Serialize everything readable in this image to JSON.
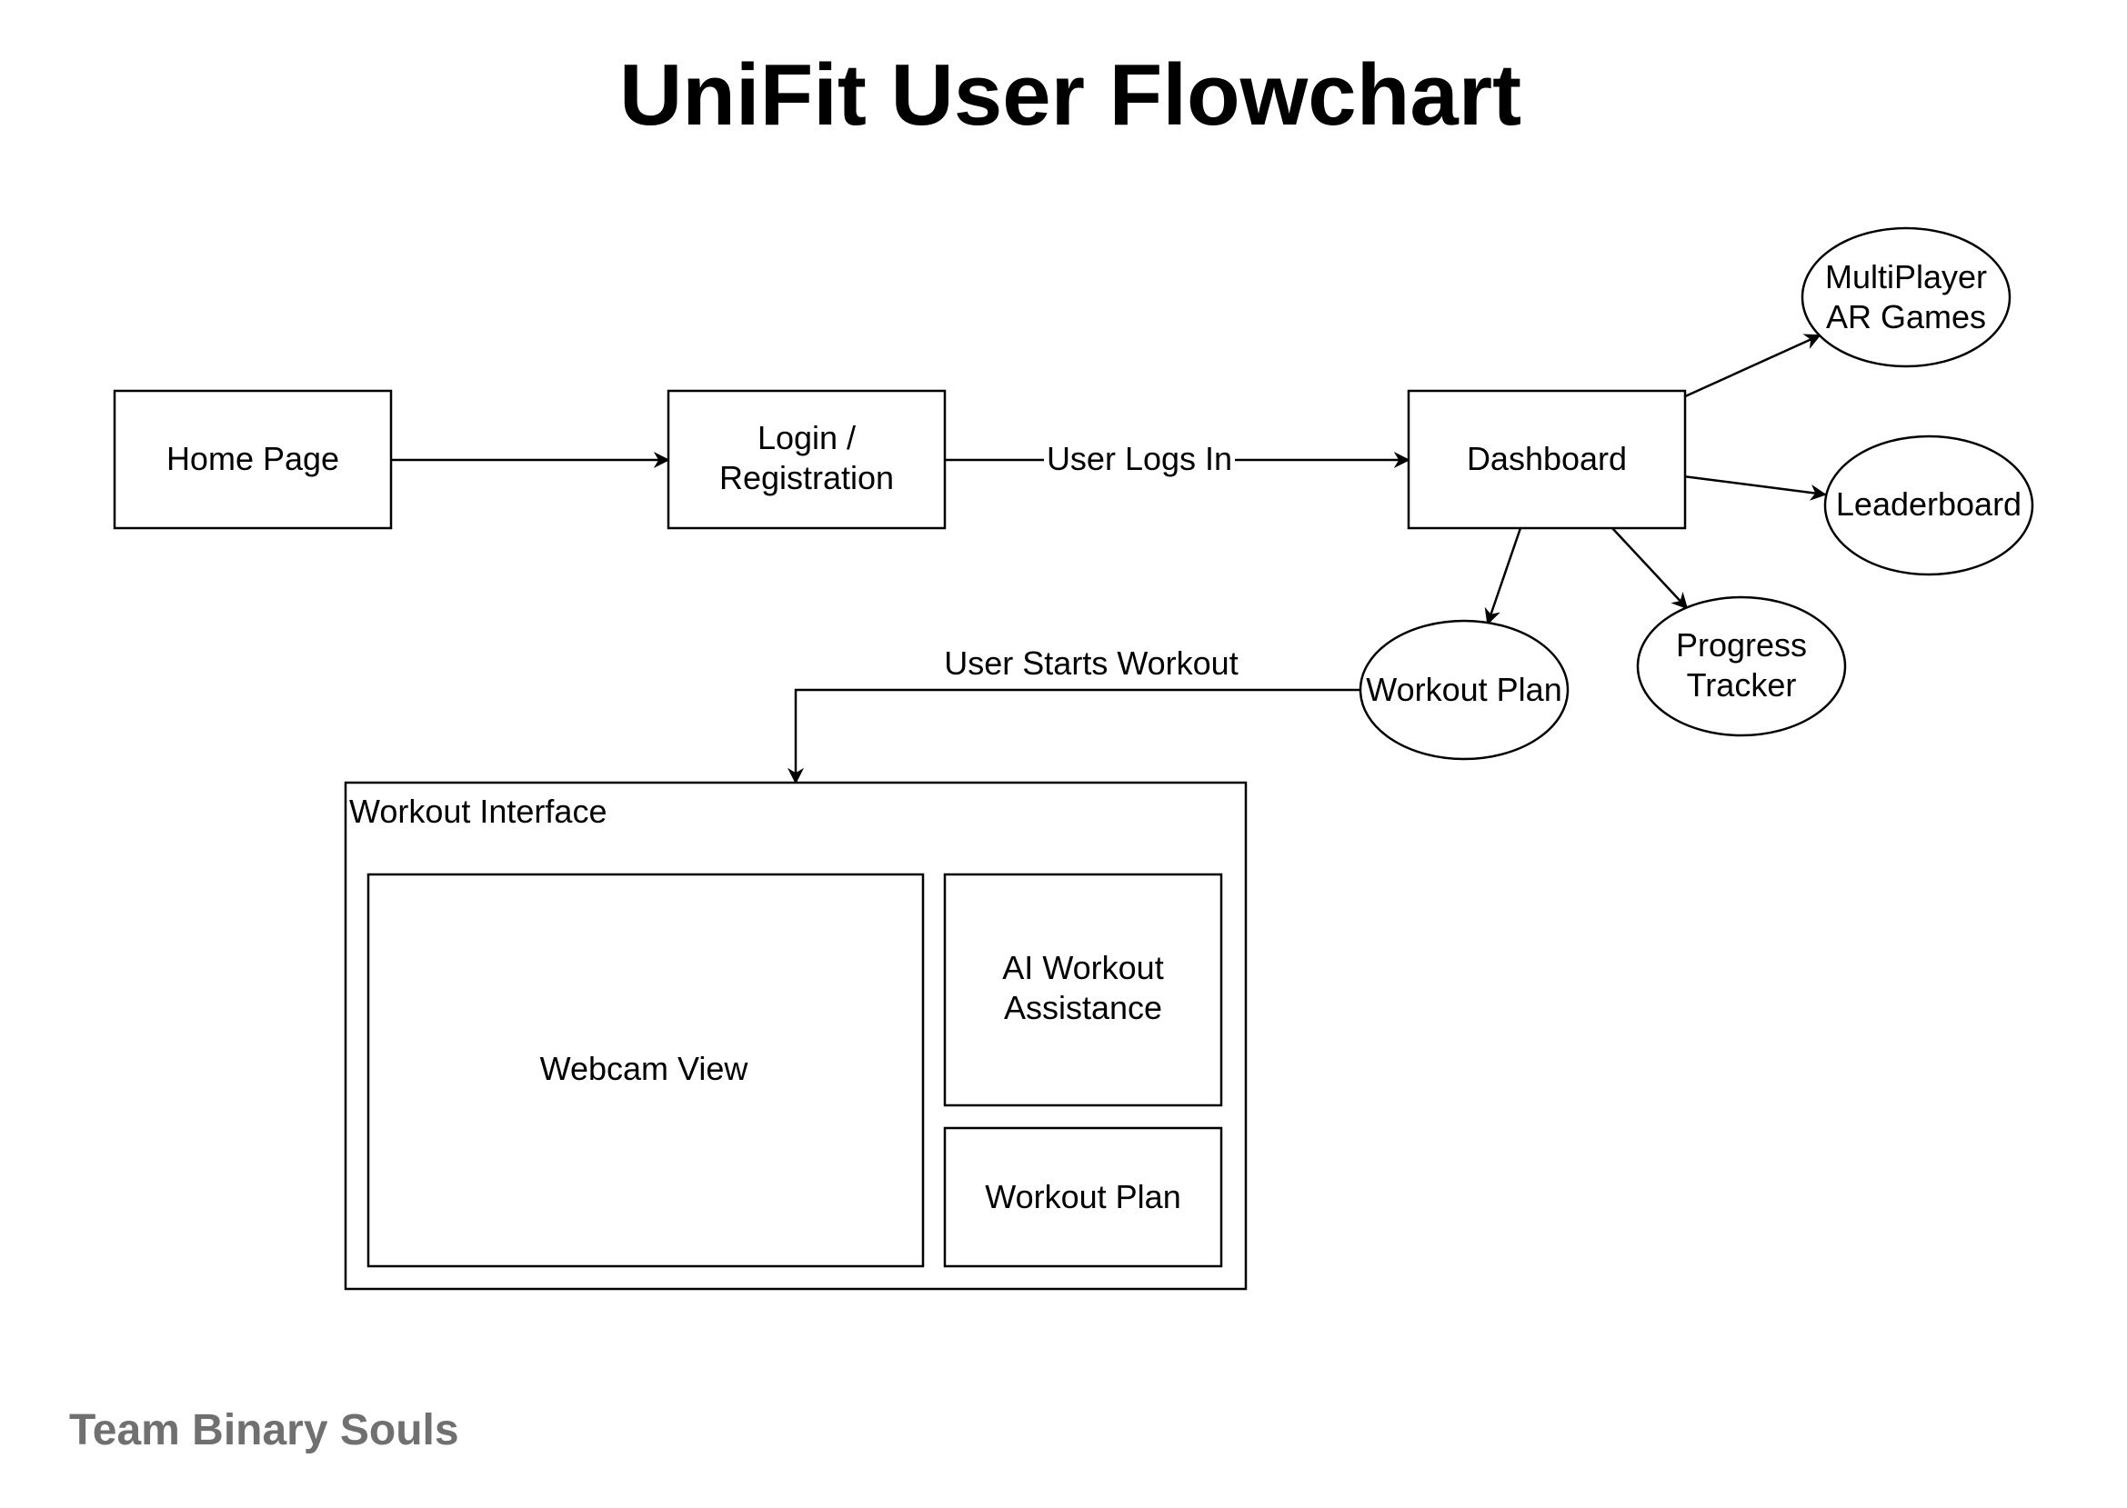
{
  "title": "UniFit User Flowchart",
  "footer": "Team Binary Souls",
  "nodes": {
    "home_page": {
      "lines": [
        "Home Page"
      ]
    },
    "login": {
      "lines": [
        "Login /",
        "Registration"
      ]
    },
    "dashboard": {
      "lines": [
        "Dashboard"
      ]
    },
    "multiplayer": {
      "lines": [
        "MultiPlayer",
        "AR Games"
      ]
    },
    "leaderboard": {
      "lines": [
        "Leaderboard"
      ]
    },
    "workout_plan": {
      "lines": [
        "Workout Plan"
      ]
    },
    "progress_tracker": {
      "lines": [
        "Progress",
        "Tracker"
      ]
    },
    "workout_interface": {
      "lines": [
        "Workout Interface"
      ]
    },
    "webcam_view": {
      "lines": [
        "Webcam View"
      ]
    },
    "ai_assistance": {
      "lines": [
        "AI Workout",
        "Assistance"
      ]
    },
    "workout_plan_panel": {
      "lines": [
        "Workout Plan"
      ]
    }
  },
  "edges": {
    "home_to_login": {
      "label": ""
    },
    "login_to_dashboard": {
      "label": "User Logs In"
    },
    "dashboard_to_multiplayer": {
      "label": ""
    },
    "dashboard_to_leaderboard": {
      "label": ""
    },
    "dashboard_to_workout_plan": {
      "label": ""
    },
    "dashboard_to_progress": {
      "label": ""
    },
    "workout_plan_to_interface": {
      "label": "User Starts Workout"
    }
  },
  "colors": {
    "stroke": "#000000",
    "footer": "#707070",
    "background": "#ffffff"
  }
}
